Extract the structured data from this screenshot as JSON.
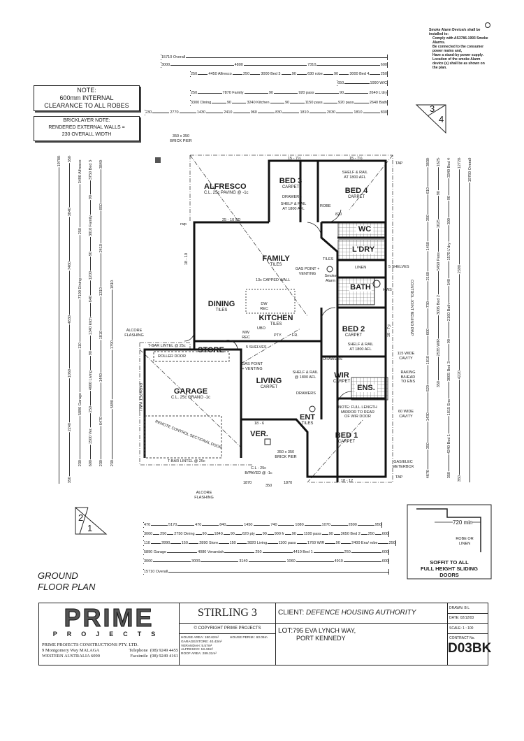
{
  "smoke_note": {
    "title": "Smoke Alarm Device/s shall be installed to:",
    "items": [
      "Comply with AS3786-1993 Smoke Alarms.",
      "Be connected to the consumer power mains and,",
      "Have a stand-by power supply. Location of the smoke Alarm device (s) shall be as shown on the plan."
    ]
  },
  "notes": {
    "robes": [
      "NOTE:",
      "600mm INTERNAL",
      "CLEARANCE TO ALL ROBES"
    ],
    "bricklayer": [
      "BRICKLAYER NOTE:",
      "RENDERED EXTERNAL WALLS =",
      "230 OVERALL WIDTH"
    ]
  },
  "section_markers": [
    {
      "top": "3",
      "bottom": "4"
    },
    {
      "top": "2",
      "bottom": "1"
    }
  ],
  "top_dims": [
    [
      "15710 Overall"
    ],
    [
      "3000",
      "4800",
      "7310",
      "600"
    ],
    [
      "250",
      "4450 Alfresco",
      "250",
      "3000 Bed 3",
      "90",
      "630 robe",
      "90",
      "3000 Bed 4",
      "250"
    ],
    [
      "650",
      "1990 W/C"
    ],
    [
      "250",
      "7870 Family",
      "90",
      "920 pass",
      "90",
      "2640 L'dry"
    ],
    [
      "3300 Dining",
      "90",
      "3240 Kitchen",
      "90",
      "1150 pass",
      "920 pass",
      "2640 Bath"
    ],
    [
      "230",
      "2770",
      "1430",
      "2410",
      "960",
      "830",
      "1810",
      "2030",
      "1810",
      "830"
    ]
  ],
  "bottom_dims": [
    [
      "470",
      "5170",
      "470",
      "840",
      "1450",
      "740",
      "1080",
      "1070",
      "2890",
      "950"
    ],
    [
      "3000",
      "250",
      "2750 Dining",
      "90",
      "1840",
      "90",
      "620 pty",
      "90",
      "900 fr",
      "90",
      "1100 pass",
      "90",
      "3650 Bed 2",
      "250",
      "600"
    ],
    [
      "110",
      "2890",
      "150",
      "2890 Store",
      "150",
      "3820 Living",
      "1100 pass",
      "1760 WIR",
      "90",
      "2400 Ens/ robe",
      "250"
    ],
    [
      "5890 Garage",
      "4080 Verandah",
      "250",
      "4410 Bed 1",
      "250",
      "600"
    ],
    [
      "3000",
      "3000",
      "3140",
      "1060",
      "4910",
      "600"
    ],
    [
      "15710 Overall"
    ]
  ],
  "left_dims": [
    [
      "19780"
    ],
    [
      "350",
      "3840",
      "7460",
      "4830",
      "1060",
      "2240",
      "350"
    ],
    [
      "3490 Alfresco",
      "250",
      "7100 Dining",
      "110",
      "5890 Garage",
      "230"
    ],
    [
      "3750 Bed 3",
      "90",
      "3810 Family",
      "90",
      "1200",
      "640",
      "1340 kitch",
      "90",
      "4600 Living",
      "250",
      "1500 Ver.",
      "600"
    ],
    [
      "3840",
      "850",
      "2410",
      "1310",
      "1810",
      "1440",
      "6470",
      "230"
    ],
    [
      "1810",
      "1790",
      "5890",
      "230"
    ]
  ],
  "right_dims": [
    [
      "3830",
      "610",
      "350",
      "1450",
      "2160",
      "730",
      "600",
      "1810",
      "620",
      "1430",
      "350",
      "4670"
    ],
    [
      "1625",
      "90",
      "1625",
      "5450 Pass",
      "3005 Bed 2",
      "2535 WIR",
      "350"
    ],
    [
      "3340 Bed 4",
      "90",
      "300",
      "1570 L'dry",
      "540",
      "2160 Bath",
      "90",
      "3005 Bed 3",
      "1815 Ens",
      "4240 Bed 1",
      "350"
    ],
    [
      "12720",
      "2390",
      "4220",
      "350"
    ],
    [
      "19780 Overall"
    ]
  ],
  "rooms": {
    "alfresco": {
      "name": "ALFRESCO",
      "sub": "C.L. 25c PAVING @ -1c"
    },
    "bed3": {
      "name": "BED 3",
      "sub": "CARPET"
    },
    "bed4": {
      "name": "BED 4",
      "sub": "CARPET"
    },
    "wc": {
      "name": "WC"
    },
    "ldry": {
      "name": "L'DRY"
    },
    "bath": {
      "name": "BATH"
    },
    "family": {
      "name": "FAMILY",
      "sub": "TILES"
    },
    "dining": {
      "name": "DINING",
      "sub": "TILES"
    },
    "kitchen": {
      "name": "KITCHEN",
      "sub": "TILES"
    },
    "store": {
      "name": "STORE"
    },
    "garage": {
      "name": "GARAGE",
      "sub": "C.L. 25c GRANO -1c"
    },
    "living": {
      "name": "LIVING",
      "sub": "CARPET"
    },
    "bed2": {
      "name": "BED 2",
      "sub": "CARPET"
    },
    "wir": {
      "name": "WIR",
      "sub": "CARPET"
    },
    "ens": {
      "name": "ENS."
    },
    "ent": {
      "name": "ENT",
      "sub": "TILES"
    },
    "ver": {
      "name": "VER."
    },
    "bed1": {
      "name": "BED 1",
      "sub": "CARPET"
    }
  },
  "plan_labels": {
    "brick_pier_top": "350 x 350 BRICK PIER",
    "window_bed3": "15 - 7½",
    "window_bed4": "15 - 7½",
    "tap_top": "TAP",
    "rwp": "rwp",
    "window_alfresco": "25 - 10 SD",
    "shelf_bed4": "SHELF & RAIL AT 1800 AFL",
    "drawers_bed3": "DRAWERS",
    "shelf_bed3": "SHELF & RAIL AT 1800 AFL",
    "robe": "ROBE",
    "door_820": "820",
    "tiles": "TILES",
    "gas_point": "GAS POINT + VENTING",
    "smoke_alarm": "Smoke Alarm",
    "linen": "LINEN",
    "shelves5": "5 SHELVES",
    "hws": "HWS",
    "capped_wall": "13c CAPPED WALL",
    "dw_rec": "DW REC",
    "control_joint": "CONTROL JOINT BEHIND RWP",
    "alcove": "ALCORE FLASHING",
    "window_dining": "18 - 10",
    "tbar_top": "T-BAR LINTEL @ 25c",
    "roller_door": "ROLLER DOOR",
    "mw_rec": "MW REC",
    "ubo": "UBO",
    "pty": "PTY.",
    "fr": "FR.",
    "shelves5_kitchen": "5 SHELVES",
    "gas_point_living": "GAS POINT + VENTING",
    "shelf_living": "SHELF & RAIL @ 1800 AFL",
    "drawers_wir": "DRAWERS",
    "shelf_bed2": "SHELF & RAIL AT 1800 AFL",
    "drawers_bed2": "DRAWERS",
    "cavity115": "115 WIDE CAVITY",
    "raking": "RAKING B/HEAD TO ENS",
    "mirror_note": "NOTE: FULL LENGTH MIRROR TO REAR OF WIR DOOR",
    "cavity60": "60 WIDE CAVITY",
    "parapet": "PARAPET WALL",
    "remote_door": "REMOTE CONTROL SECTIONAL DOOR",
    "window_ver": "18 - 6",
    "tbar_bottom": "T-BAR LINTEL @ 25c",
    "brick_pier_ver": "350 x 350 BRICK PIER",
    "cl_ver": "C.L - 25c B/PAVED @ -1c",
    "gas_meter": "GAS/ELEC METERBOX",
    "tap_bottom": "TAP",
    "window_bed1": "18 - 12",
    "dim_1870a": "1870",
    "dim_350": "350",
    "dim_1870b": "1870",
    "alcove_bottom": "ALCORE FLASHING",
    "window_bed2": "18 - 7½"
  },
  "robe_detail": {
    "dim": "720 min",
    "label": "ROBE OR LINEN",
    "note": [
      "SOFFIT TO ALL",
      "FULL HEIGHT SLIDING",
      "DOORS"
    ]
  },
  "plan_title": [
    "GROUND",
    "FLOOR PLAN"
  ],
  "title_block": {
    "logo_main": "PRIME",
    "logo_sub": "PROJECTS",
    "company": "PRIME PROJECTS CONSTRUCTIONS PTY. LTD.",
    "address1": "9 Montgomery Way  MALAGA",
    "address2": "WESTERN AUSTRALIA  6090",
    "telephone_label": "Telephone",
    "telephone": "(08) 9249 4455",
    "facsimile_label": "Facsimile",
    "facsimile": "(08) 9249 4161",
    "design": "STIRLING 3",
    "copyright": "COPYRIGHT PRIME PROJECTS",
    "areas": [
      "HOUSE AREA: 180.62m²",
      "GARAGE/STORE: 40.43m²",
      "VERANDAH: 5.57m²",
      "ALFRESCO: 18.43m²",
      "ROOF AREA: 289.31m²"
    ],
    "house_perim": "HOUSE PERIM.: 63.05m",
    "client_label": "CLIENT:",
    "client": "DEFENCE HOUSING AUTHORITY",
    "lot_label": "LOT:",
    "lot_line1": "795 EVA LYNCH WAY,",
    "lot_line2": "PORT KENNEDY",
    "drawn": "DRAWN:  B L",
    "date": "DATE:  02/12/03",
    "scale": "SCALE:  1 : 100",
    "contract_label": "CONTRACT No.",
    "contract": "D03BK"
  }
}
